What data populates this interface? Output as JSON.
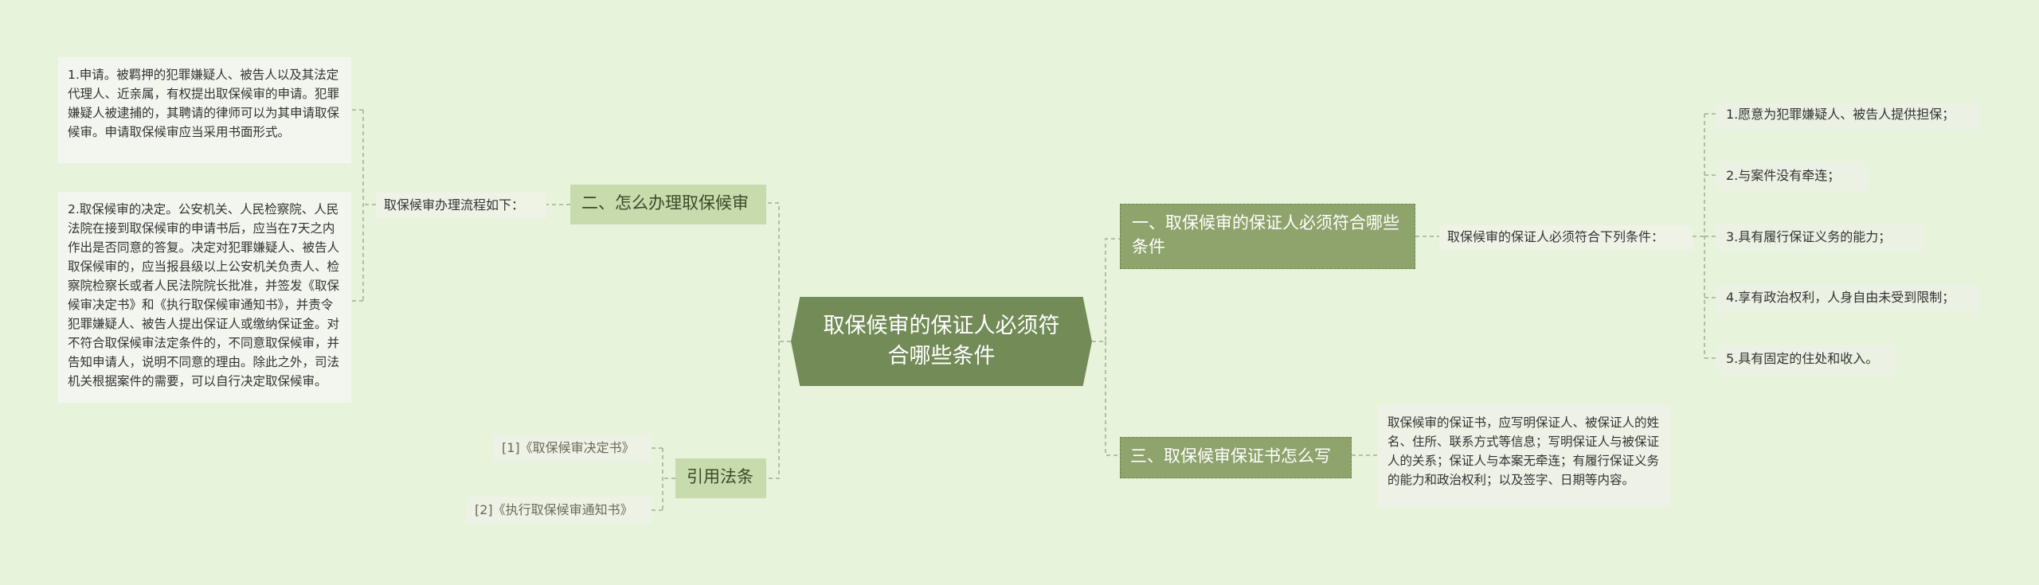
{
  "center": "取保候审的保证人必须符合哪些条件",
  "right": {
    "branch1": {
      "title": "一、取保候审的保证人必须符合哪些条件",
      "label": "取保候审的保证人必须符合下列条件：",
      "items": [
        "1.愿意为犯罪嫌疑人、被告人提供担保；",
        "2.与案件没有牵连；",
        "3.具有履行保证义务的能力；",
        "4.享有政治权利，人身自由未受到限制；",
        "5.具有固定的住处和收入。"
      ]
    },
    "branch3": {
      "title": "三、取保候审保证书怎么写",
      "text": "取保候审的保证书，应写明保证人、被保证人的姓名、住所、联系方式等信息；写明保证人与被保证人的关系；保证人与本案无牵连；有履行保证义务的能力和政治权利；以及签字、日期等内容。"
    }
  },
  "left": {
    "branch2": {
      "title": "二、怎么办理取保候审",
      "label": "取保候审办理流程如下：",
      "step1": "1.申请。被羁押的犯罪嫌疑人、被告人以及其法定代理人、近亲属，有权提出取保候审的申请。犯罪嫌疑人被逮捕的，其聘请的律师可以为其申请取保候审。申请取保候审应当采用书面形式。",
      "step2": "2.取保候审的决定。公安机关、人民检察院、人民法院在接到取保候审的申请书后，应当在7天之内作出是否同意的答复。决定对犯罪嫌疑人、被告人取保候审的，应当报县级以上公安机关负责人、检察院检察长或者人民法院院长批准，并签发《取保候审决定书》和《执行取保候审通知书》，并责令犯罪嫌疑人、被告人提出保证人或缴纳保证金。对不符合取保候审法定条件的，不同意取保候审，并告知申请人，说明不同意的理由。除此之外，司法机关根据案件的需要，可以自行决定取保候审。"
    },
    "laws": {
      "title": "引用法条",
      "items": [
        "[1]《取保候审决定书》",
        "[2]《执行取保候审通知书》"
      ]
    }
  }
}
